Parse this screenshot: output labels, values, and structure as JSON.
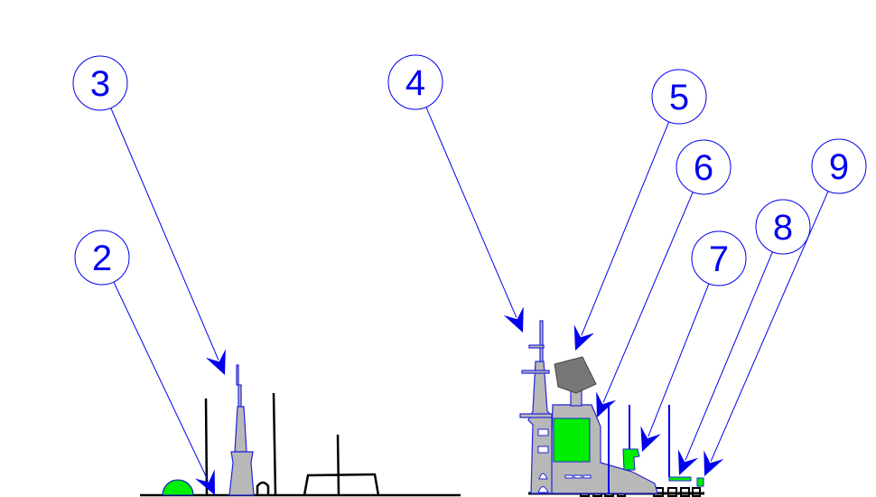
{
  "colors": {
    "callout": "#0000ee",
    "structure": "#b8b8b8",
    "highlight": "#00ee00",
    "hull": "#000000"
  },
  "callouts": [
    {
      "label": "3",
      "target": "forward-mast"
    },
    {
      "label": "2",
      "target": "forward-dome"
    },
    {
      "label": "4",
      "target": "main-mast"
    },
    {
      "label": "5",
      "target": "radar-array"
    },
    {
      "label": "6",
      "target": "superstructure-block"
    },
    {
      "label": "7",
      "target": "aft-equipment"
    },
    {
      "label": "8",
      "target": "aft-platform"
    },
    {
      "label": "9",
      "target": "stern-equipment"
    }
  ]
}
